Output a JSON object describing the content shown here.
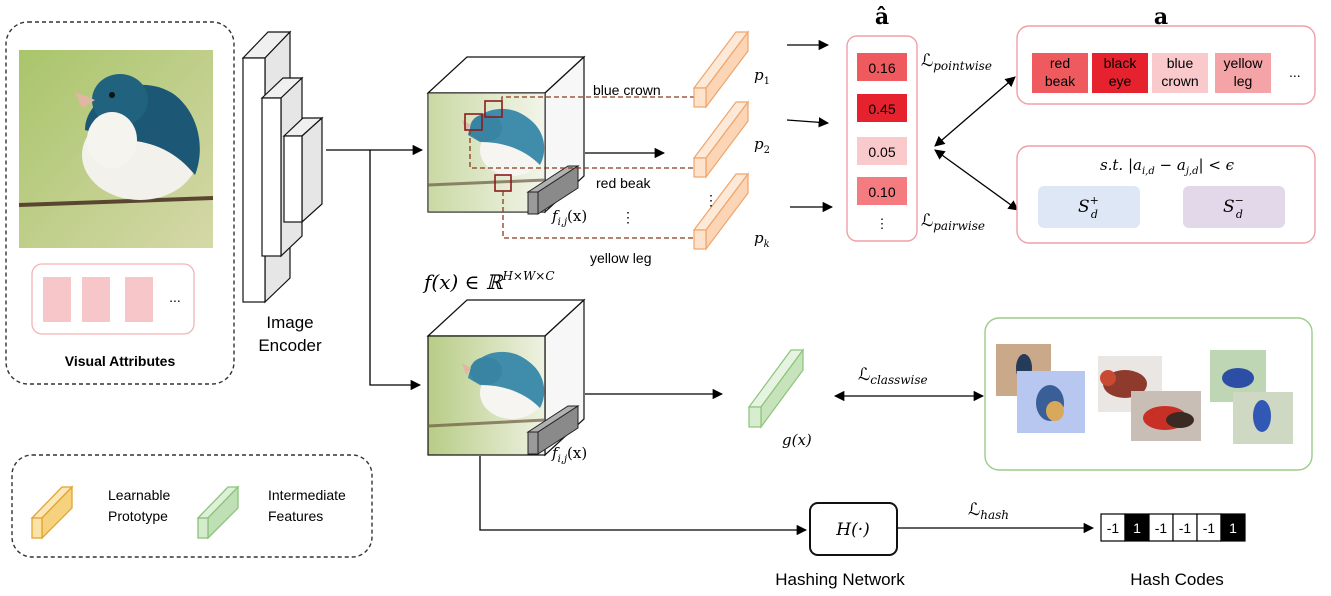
{
  "visual_attributes": {
    "title": "Visual Attributes",
    "ellipsis": "..."
  },
  "encoder": {
    "line1": "Image",
    "line2": "Encoder"
  },
  "feature_map": {
    "formula_prefix": "f(x) ∈ ℝ",
    "formula_sup": "H×W×C",
    "local_feature_label": "f",
    "local_feature_sub": "i,j",
    "local_feature_arg": "(x)"
  },
  "attribute_regions": [
    "blue crown",
    "red beak",
    "yellow leg"
  ],
  "vertical_ellipsis": "⋮",
  "prototypes": [
    {
      "base": "p",
      "sub": "1"
    },
    {
      "base": "p",
      "sub": "2"
    },
    {
      "base": "p",
      "sub": "k"
    }
  ],
  "predicted_header": "â",
  "predicted_scores": [
    "0.16",
    "0.45",
    "0.05",
    "0.10"
  ],
  "score_colors": [
    "#ef5a5f",
    "#e5222e",
    "#f9c9cb",
    "#f47b80"
  ],
  "ground_truth_header": "a",
  "ground_truth_attributes": [
    {
      "line1": "red",
      "line2": "beak",
      "color": "#ef5a5f"
    },
    {
      "line1": "black",
      "line2": "eye",
      "color": "#e5222e"
    },
    {
      "line1": "blue",
      "line2": "crown",
      "color": "#f9c9cb"
    },
    {
      "line1": "yellow",
      "line2": "leg",
      "color": "#f4a3a6"
    }
  ],
  "constraint": {
    "text": "s.t. |a",
    "sub1": "i,d",
    "mid": " − a",
    "sub2": "j,d",
    "tail": "| < ϵ"
  },
  "pair_sets": [
    {
      "base": "S",
      "sup": "+",
      "sub": "d",
      "color": "#dde7f6"
    },
    {
      "base": "S",
      "sup": "−",
      "sub": "d",
      "color": "#e3d8ea"
    }
  ],
  "losses": {
    "pointwise": "pointwise",
    "pairwise": "pairwise",
    "classwise": "classwise",
    "hash": "hash",
    "symbol": "ℒ"
  },
  "global_feature": {
    "label": "g(x)"
  },
  "hashing": {
    "block": "H(·)",
    "caption": "Hashing Network"
  },
  "hash_codes": {
    "bits": [
      "-1",
      "1",
      "-1",
      "-1",
      "-1",
      "1"
    ],
    "caption": "Hash Codes"
  },
  "legend": [
    {
      "line1": "Learnable",
      "line2": "Prototype",
      "color": "#f6c98a"
    },
    {
      "line1": "Intermediate",
      "line2": "Features",
      "color": "#bfe0b5"
    }
  ],
  "colors": {
    "prototype_face": "#fbdcc2",
    "prototype_stroke": "#f0a56b",
    "feature_face": "#cfe8c6",
    "feature_stroke": "#8bc47a",
    "panel_border": "#f0a0a5",
    "green_border": "#9ccc8a",
    "region_box": "#8b1c1c"
  }
}
